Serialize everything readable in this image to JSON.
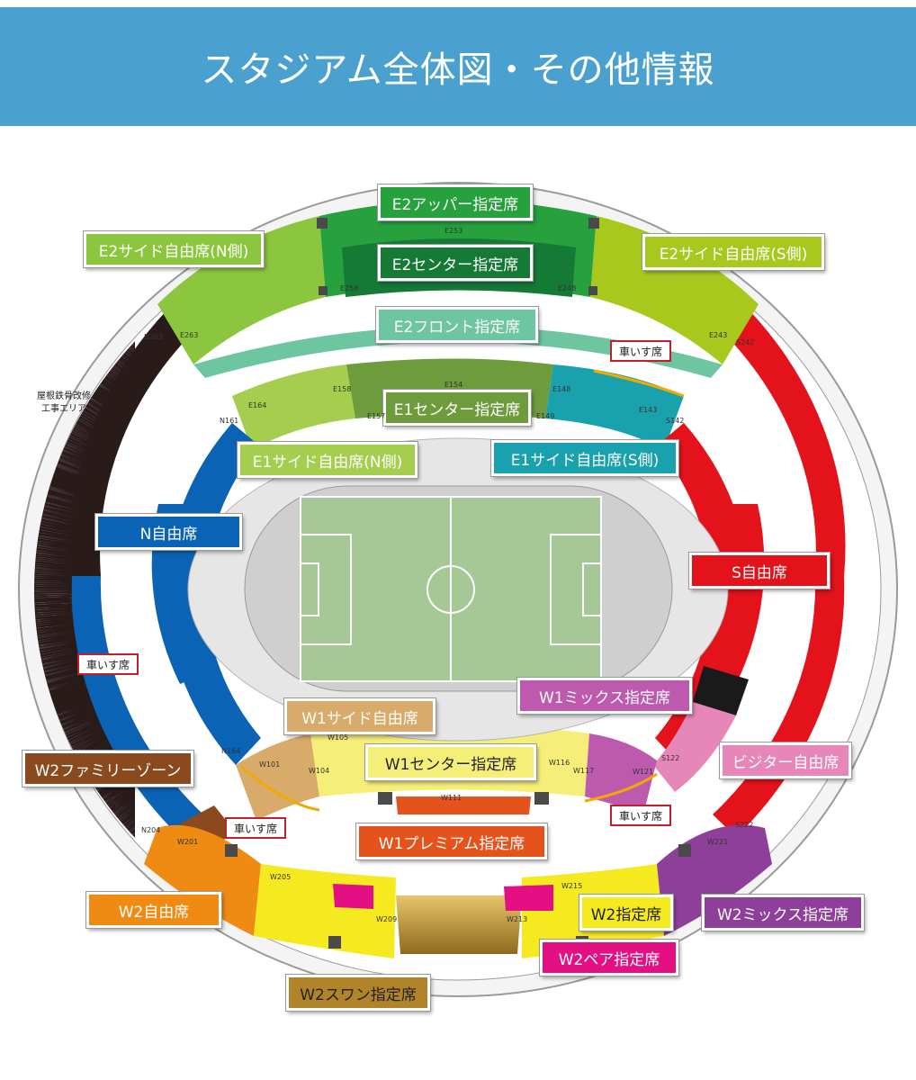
{
  "header": {
    "title": "スタジアム全体図・その他情報",
    "bg_color": "#4aa0cf"
  },
  "colors": {
    "e2_upper": "#26a13e",
    "e2_center": "#157a35",
    "e2_side": "#8cc63f",
    "e2_side_s": "#a8c81e",
    "e2_front": "#6ec6a1",
    "e1_center": "#6e9b3b",
    "e1_side_n": "#a5ce4f",
    "e1_side_s": "#19a2ad",
    "n_free": "#0b63b6",
    "s_free": "#e3121b",
    "w1_side": "#d8ab6a",
    "w1_center": "#f5ef7a",
    "w1_mix": "#bd5aad",
    "visitor": "#e786b9",
    "w1_premium": "#e5531d",
    "w2_family": "#8b4a1d",
    "w2_free": "#ef8b12",
    "w2_reserved": "#f5ea20",
    "w2_pair": "#e40f83",
    "w2_mix": "#8e3f99",
    "w2_swan": "#b1842a",
    "wheelchair_border": "#c0202a",
    "construction": "#2a1b1b",
    "pitch": "#a6c896"
  },
  "labels": {
    "e2_upper": "E2アッパー指定席",
    "e2_side_n": "E2サイド自由席(N側)",
    "e2_center": "E2センター指定席",
    "e2_side_s": "E2サイド自由席(S側)",
    "e2_front": "E2フロント指定席",
    "e1_center": "E1センター指定席",
    "e1_side_n": "E1サイド自由席(N側)",
    "e1_side_s": "E1サイド自由席(S側)",
    "n_free": "N自由席",
    "s_free": "S自由席",
    "w1_mix": "W1ミックス指定席",
    "w1_side": "W1サイド自由席",
    "w2_family": "W2ファミリーゾーン",
    "w1_center": "W1センター指定席",
    "visitor": "ビジター自由席",
    "w1_premium": "W1プレミアム指定席",
    "w2_free": "W2自由席",
    "w2_reserved": "W2指定席",
    "w2_mix": "W2ミックス指定席",
    "w2_pair": "W2ペア指定席",
    "w2_swan": "W2スワン指定席",
    "wheelchair": "車いす席",
    "construction": "屋根鉄骨改修\n工事エリア"
  },
  "block_codes": {
    "e253": "E253",
    "e263": "E263",
    "e243": "E243",
    "n263": "N263",
    "s242": "S242",
    "e258": "E258",
    "e248": "E248",
    "e154": "E154",
    "e158": "E158",
    "e148": "E148",
    "e164": "E164",
    "e143": "E143",
    "n161": "N161",
    "s142": "S142",
    "e157": "E157",
    "e149": "E149",
    "n164": "N164",
    "w101": "W101",
    "w104": "W104",
    "w105": "W105",
    "w111": "W111",
    "w116": "W116",
    "w117": "W117",
    "w121": "W121",
    "s122": "S122",
    "n204": "N204",
    "w201": "W201",
    "w205": "W205",
    "w209": "W209",
    "w213": "W213",
    "w215": "W215",
    "w221": "W221",
    "s222": "S222"
  }
}
